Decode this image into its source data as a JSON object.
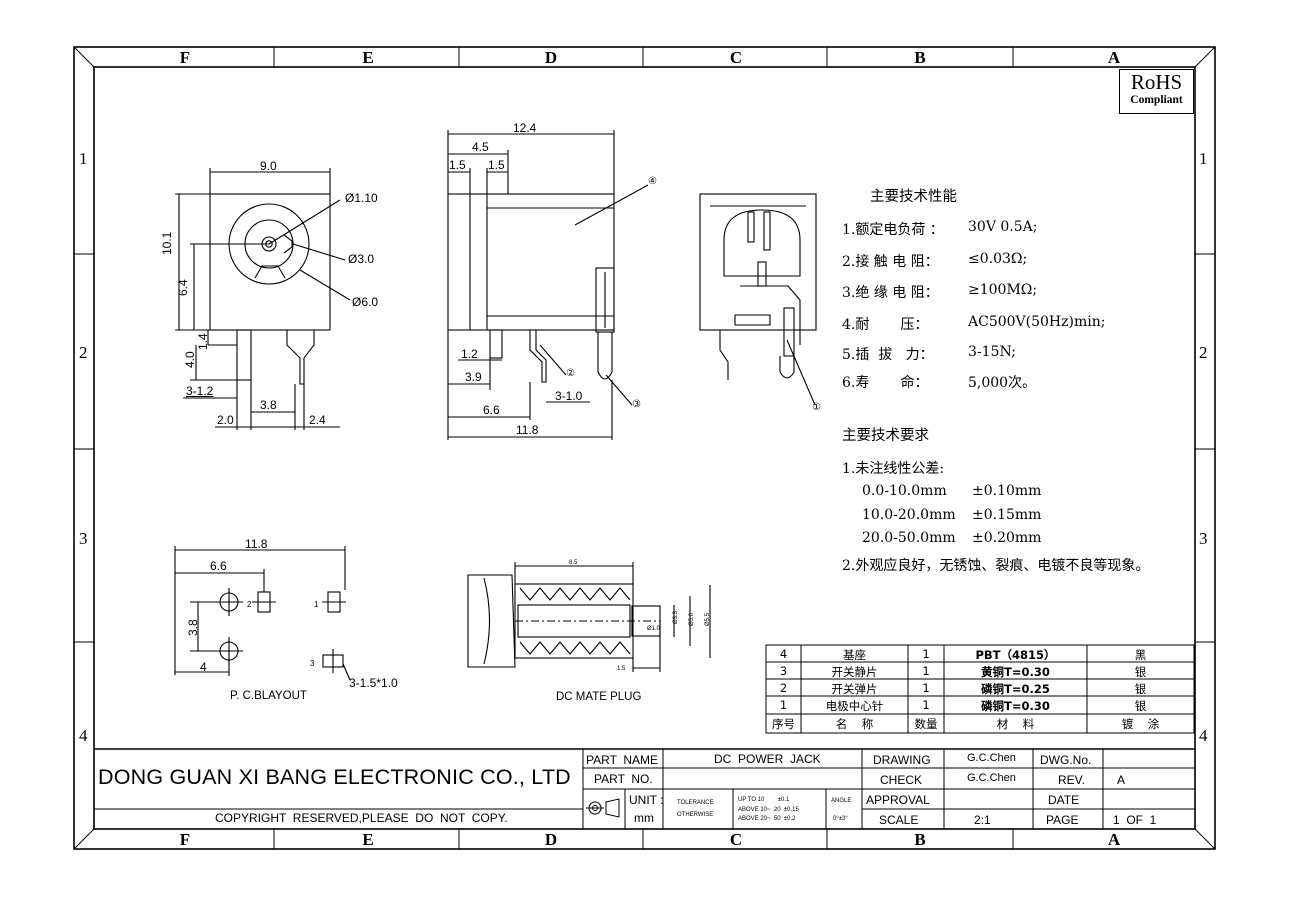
{
  "frame": {
    "columns": [
      "F",
      "E",
      "D",
      "C",
      "B",
      "A"
    ],
    "rows": [
      "1",
      "2",
      "3",
      "4"
    ]
  },
  "rohs": {
    "line1": "RoHS",
    "line2": "Compliant"
  },
  "front_view": {
    "width": "9.0",
    "hole_inner": "Ø1.10",
    "hole_mid": "Ø3.0",
    "hole_outer": "Ø6.0",
    "height_total": "10.1",
    "height_body": "6.4",
    "pin_offset": "1.4",
    "pin_length": "4.0",
    "pin_width": "3-1.2",
    "pin_spacing": "3.8",
    "left_offset": "2.0",
    "right_offset": "2.4"
  },
  "side_view": {
    "length_total": "12.4",
    "seg_a": "4.5",
    "seg_b1": "1.5",
    "seg_b2": "1.5",
    "pin_h": "1.2",
    "pin_pos": "3.9",
    "pin_w": "3-1.0",
    "base_66": "6.6",
    "base_118": "11.8",
    "callout_2": "②",
    "callout_3": "③",
    "callout_4": "④"
  },
  "section_view": {
    "callout_1": "①"
  },
  "specs": {
    "title1": "主要技术性能",
    "items1": [
      {
        "label": "1.额定电负荷 ：",
        "value": "30V 0.5A;"
      },
      {
        "label": "2.接 触 电 阻：",
        "value": "≤0.03Ω;"
      },
      {
        "label": "3.绝 缘 电 阻：",
        "value": "≥100MΩ;"
      },
      {
        "label": "4.耐       压：",
        "value": "AC500V(50Hz)min;"
      },
      {
        "label": "5.插  拔   力：",
        "value": "3-15N;"
      },
      {
        "label": "6.寿       命：",
        "value": "5,000次。"
      }
    ],
    "title2": "主要技术要求",
    "req1": "1.未注线性公差:",
    "tols": [
      {
        "range": "0.0-10.0mm",
        "tol": "±0.10mm"
      },
      {
        "range": "10.0-20.0mm",
        "tol": "±0.15mm"
      },
      {
        "range": "20.0-50.0mm",
        "tol": "±0.20mm"
      }
    ],
    "req2": "2.外观应良好，无锈蚀、裂痕、电镀不良等现象。"
  },
  "pcb_layout": {
    "label": "P. C.BLAYOUT",
    "width": "11.8",
    "offset": "6.6",
    "height": "3.8",
    "left": "4",
    "holes": "3-1.5*1.0",
    "pin1": "1",
    "pin2": "2",
    "pin3": "3"
  },
  "mate_plug": {
    "label": "DC  MATE PLUG",
    "len": "8.5",
    "d1": "Ø1.0",
    "d2": "Ø3.3",
    "d3": "Ø5.0",
    "d4": "Ø5.5",
    "tip": "1.5"
  },
  "bom": {
    "rows": [
      {
        "no": "4",
        "name": "基座",
        "qty": "1",
        "mat": "PBT（4815）",
        "finish": "黑"
      },
      {
        "no": "3",
        "name": "开关静片",
        "qty": "1",
        "mat": "黄铜T=0.30",
        "finish": "银"
      },
      {
        "no": "2",
        "name": "开关弹片",
        "qty": "1",
        "mat": "磷铜T=0.25",
        "finish": "银"
      },
      {
        "no": "1",
        "name": "电极中心针",
        "qty": "1",
        "mat": "磷铜T=0.30",
        "finish": "银"
      }
    ],
    "header": {
      "no": "序号",
      "name": "名    称",
      "qty": "数量",
      "mat": "材    料",
      "finish": "镀    涂"
    }
  },
  "title_block": {
    "company": "DONG GUAN XI BANG ELECTRONIC CO., LTD",
    "copyright": "COPYRIGHT  RESERVED,PLEASE  DO  NOT  COPY.",
    "part_name_label": "PART  NAME",
    "part_name": "DC  POWER  JACK",
    "part_no_label": "PART  NO.",
    "part_no": "",
    "unit_label": "UNIT :",
    "unit": "mm",
    "tolerance_label": "TOLERANCE",
    "otherwise_label": "OTHERWISE",
    "tol_lines": [
      "UP TO 10        ±0.1",
      "ABOVE 10~  20  ±0.15",
      "ABOVE 20~  50  ±0.2"
    ],
    "angle_label": "ANGLE",
    "angle": "0°±3°",
    "drawing_label": "DRAWING",
    "drawing": "G.C.Chen",
    "check_label": "CHECK",
    "check": "G.C.Chen",
    "approval_label": "APPROVAL",
    "approval": "",
    "scale_label": "SCALE",
    "scale": "2:1",
    "dwg_label": "DWG.No.",
    "dwg": "",
    "rev_label": "REV.",
    "rev": "A",
    "date_label": "DATE",
    "date": "",
    "page_label": "PAGE",
    "page": "1  OF  1"
  }
}
